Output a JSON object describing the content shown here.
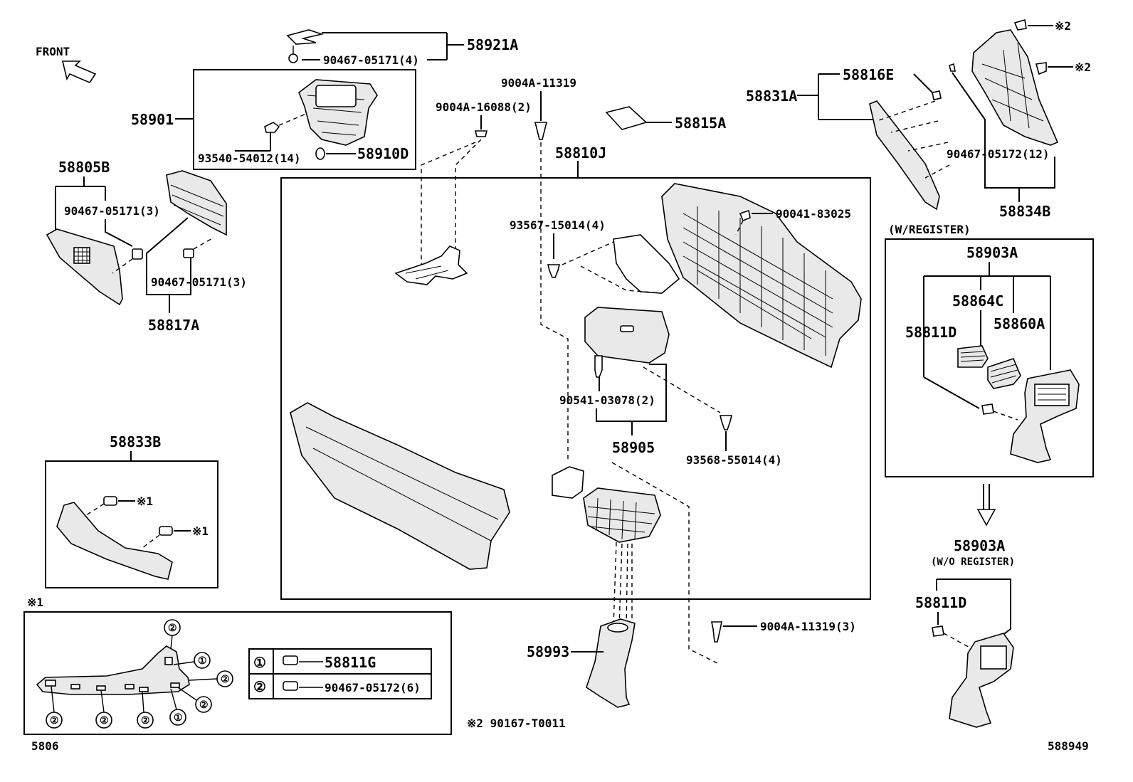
{
  "front_label": "FRONT",
  "page_ref_left": "5806",
  "page_ref_right": "588949",
  "labels": {
    "p58921A": "58921A",
    "p90467_05171_4": "90467-05171(4)",
    "p58901": "58901",
    "p93540": "93540-54012(14)",
    "p58910D": "58910D",
    "p9004A_11319": "9004A-11319",
    "p9004A_16088": "9004A-16088(2)",
    "p58815A": "58815A",
    "p58810J": "58810J",
    "p58816E": "58816E",
    "p58831A": "58831A",
    "star2_top": "※2",
    "star2_mid": "※2",
    "p90467_05172_12": "90467-05172(12)",
    "p58834B": "58834B",
    "p58805B": "58805B",
    "p90467_05171_3a": "90467-05171(3)",
    "p90467_05171_3b": "90467-05171(3)",
    "p58817A": "58817A",
    "p93567": "93567-15014(4)",
    "p90041": "90041-83025",
    "p90541": "90541-03078(2)",
    "p58905": "58905",
    "p93568": "93568-55014(4)",
    "p58833B": "58833B",
    "star1_a": "※1",
    "star1_b": "※1",
    "w_register": "(W/REGISTER)",
    "p58903A_top": "58903A",
    "p58864C": "58864C",
    "p58811D_top": "58811D",
    "p58860A": "58860A",
    "p58903A_bot": "58903A",
    "wo_register": "(W/O REGISTER)",
    "p58811D_bot": "58811D",
    "p9004A_11319_3": "9004A-11319(3)",
    "p58993": "58993",
    "star1_header": "※1",
    "footnote_star2": "※2 90167-T0011"
  },
  "legend": [
    {
      "num": "①",
      "part": "58811G"
    },
    {
      "num": "②",
      "part": "90467-05172(6)"
    }
  ],
  "callouts": {
    "c1": "①",
    "c2": "②"
  }
}
